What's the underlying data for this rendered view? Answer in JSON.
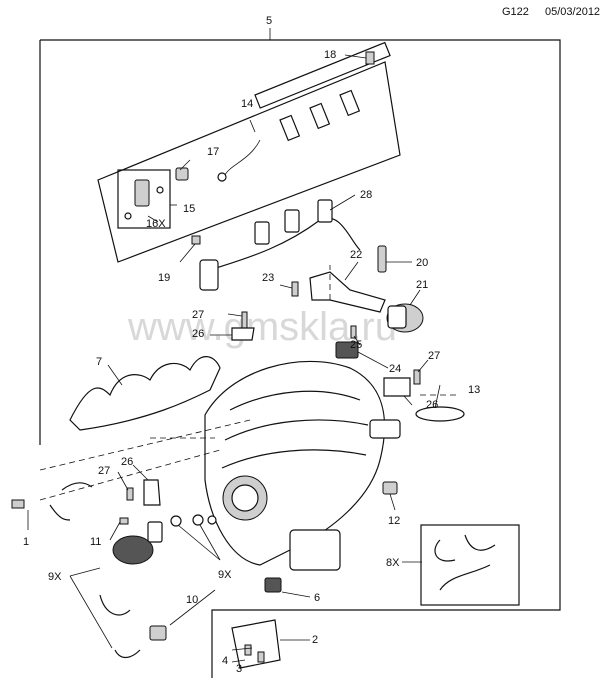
{
  "header": {
    "code": "G122",
    "date": "05/03/2012"
  },
  "watermark": "www.gmskla.ru",
  "callouts": {
    "c1": "1",
    "c2": "2",
    "c3": "3",
    "c4": "4",
    "c5": "5",
    "c6": "6",
    "c7": "7",
    "c8x": "8X",
    "c9x_left": "9X",
    "c9x_right": "9X",
    "c10": "10",
    "c11": "11",
    "c12": "12",
    "c13": "13",
    "c14": "14",
    "c15": "15",
    "c16x": "16X",
    "c17": "17",
    "c18": "18",
    "c19": "19",
    "c20": "20",
    "c21": "21",
    "c22": "22",
    "c23": "23",
    "c24": "24",
    "c25": "25",
    "c26_top": "26",
    "c26_right": "26",
    "c26_left": "26",
    "c27_top": "27",
    "c27_right": "27",
    "c27_left": "27",
    "c28": "28"
  }
}
